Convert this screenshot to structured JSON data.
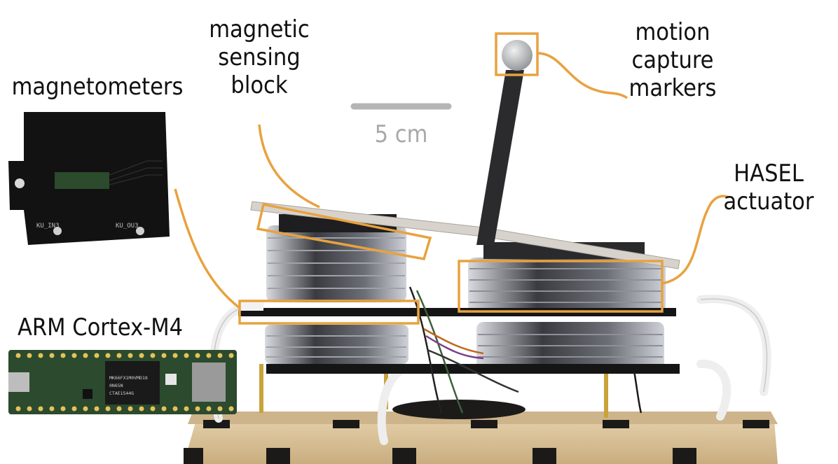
{
  "labels": {
    "magnetometers": "magnetometers",
    "sensing_block": [
      "magnetic",
      "sensing",
      "block"
    ],
    "markers": [
      "motion",
      "capture",
      "markers"
    ],
    "hasel": [
      "HASEL",
      "actuator"
    ],
    "arm": "ARM Cortex-M4"
  },
  "scale_bar": {
    "text": "5 cm"
  },
  "colors": {
    "callout": "#e8a23e",
    "scale": "#b5b5b5",
    "wood": "#d9c29a",
    "wood_dark": "#1b1a18",
    "pouch_dark": "#2f3034",
    "pouch_light": "#c8cbd0",
    "pcb_black": "#111111",
    "pcb_green": "#2c4a2c",
    "gold": "#c9a23a"
  },
  "chips": {
    "mcu": [
      "MK66FX1M0VMD18",
      "0N65N",
      "CTAE1544G"
    ],
    "board_silkscreen": [
      "KU_IN3",
      "KU_OU3"
    ]
  }
}
